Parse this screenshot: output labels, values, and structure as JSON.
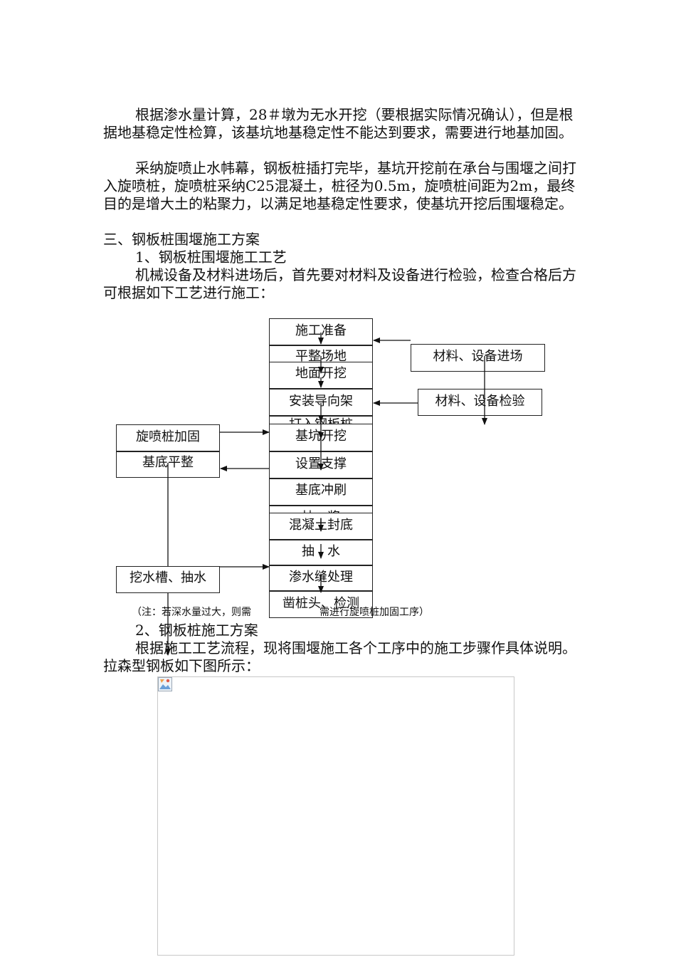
{
  "paragraphs": [
    "根据渗水量计算，28＃墩为无水开挖（要根据实际情况确认），但是根据地基稳定性检算，该基坑地基稳定性不能达到要求，需要进行地基加固。",
    "采纳旋喷止水帏幕，钢板桩插打完毕，基坑开挖前在承台与围堰之间打入旋喷桩，旋喷桩采纳C25混凝土，桩径为0.5m，旋喷桩间距为2m，最终目的是增大土的粘聚力，以满足地基稳定性要求，使基坑开挖后围堰稳定。"
  ],
  "section_heading": "三、钢板桩围堰施工方案",
  "sub_heading_1": "1、钢板桩围堰施工工艺",
  "paragraph_3": "机械设备及材料进场后，首先要对材料及设备进行检验，检查合格后方可根据如下工艺进行施工：",
  "flowchart": {
    "main_steps": [
      "施工准备",
      "平整场地",
      "地面开挖",
      "安装导向架",
      "打入钢板桩",
      "基坑开挖",
      "设置支撑",
      "基底冲刷",
      "抽　浆",
      "混凝土封底",
      "抽　水",
      "渗水缝处理",
      "凿桩头、检测"
    ],
    "side_right": [
      "材料、设备进场",
      "材料、设备检验"
    ],
    "side_left": [
      "旋喷桩加固",
      "基底平整",
      "挖水槽、抽水"
    ]
  },
  "note_left": "（注：若深水量过大，则需",
  "note_right": "需进行旋喷桩加固工序）",
  "sub_heading_2": "2、钢板桩施工方案",
  "paragraph_4": "根据施工工艺流程，现将围堰施工各个工序中的施工步骤作具体说明。拉森型钢板如下图所示："
}
